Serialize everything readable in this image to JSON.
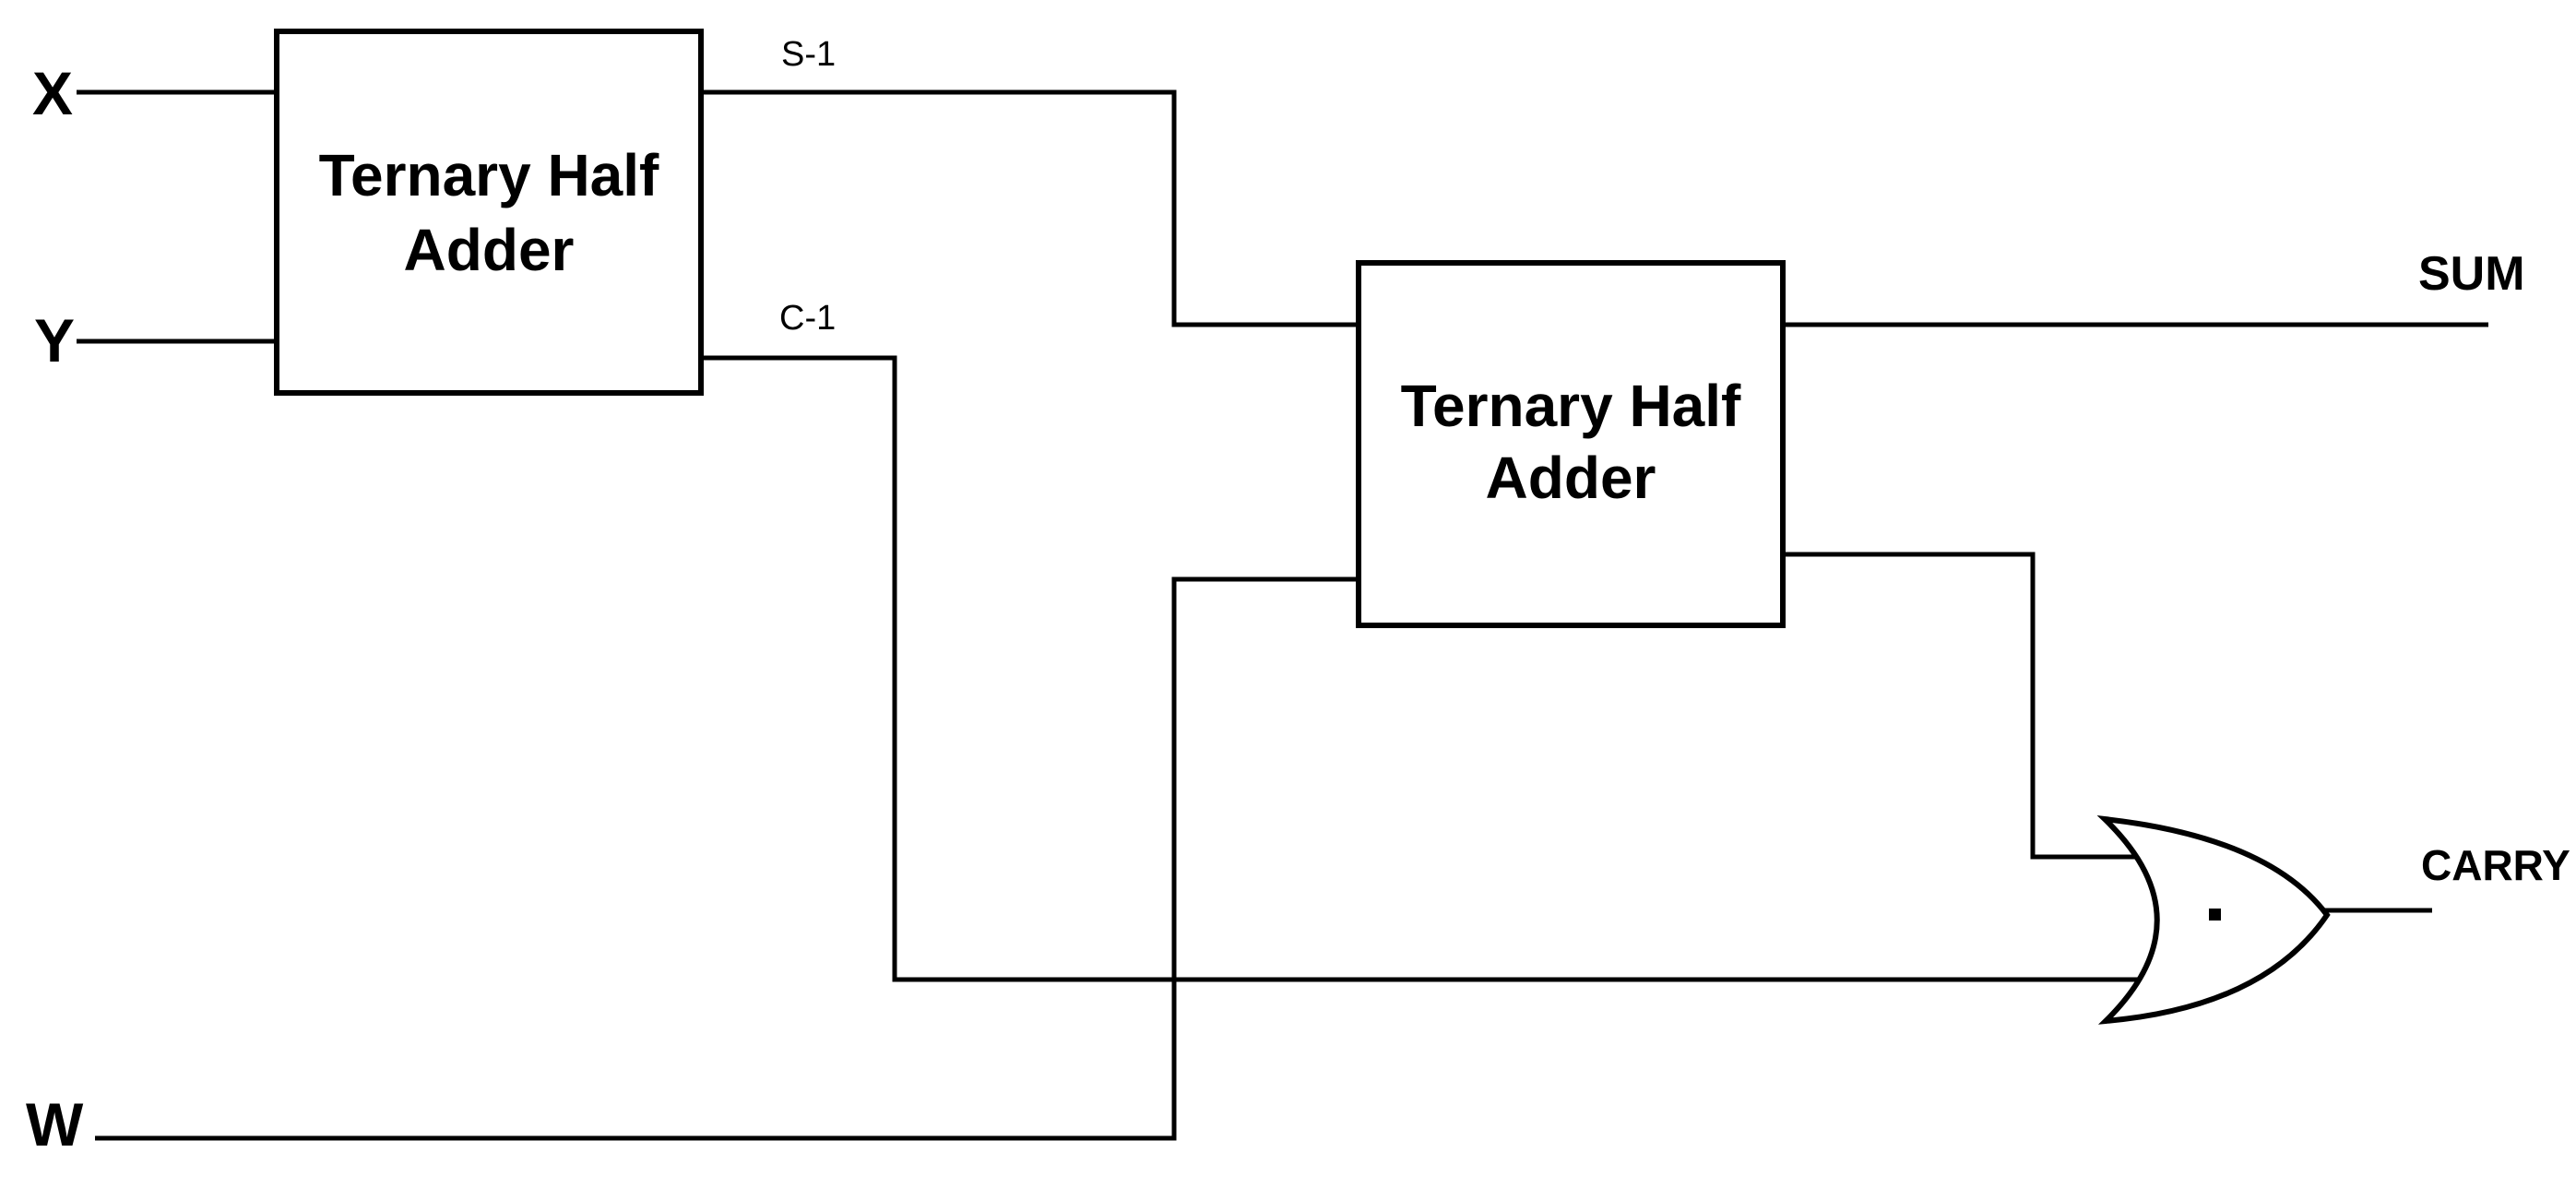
{
  "diagram": {
    "type": "logic-circuit",
    "background_color": "#ffffff",
    "line_color": "#000000",
    "labels": {
      "input_x": "X",
      "input_y": "Y",
      "input_w": "W",
      "wire_s1": "S-1",
      "wire_c1": "C-1",
      "output_sum": "SUM",
      "output_carry": "CARRY"
    },
    "components": [
      {
        "id": "adder1",
        "type": "block",
        "label_line1": "Ternary Half",
        "label_line2": "Adder"
      },
      {
        "id": "adder2",
        "type": "block",
        "label_line1": "Ternary Half",
        "label_line2": "Adder"
      },
      {
        "id": "or1",
        "type": "or-gate"
      }
    ],
    "connections": [
      "X -> adder1 input 1",
      "Y -> adder1 input 2",
      "adder1 S-1 -> adder2 input 1",
      "W -> adder2 input 2",
      "adder1 C-1 -> or1 lower input",
      "adder2 lower output -> or1 upper input",
      "adder2 upper output -> SUM",
      "or1 output -> CARRY"
    ]
  }
}
